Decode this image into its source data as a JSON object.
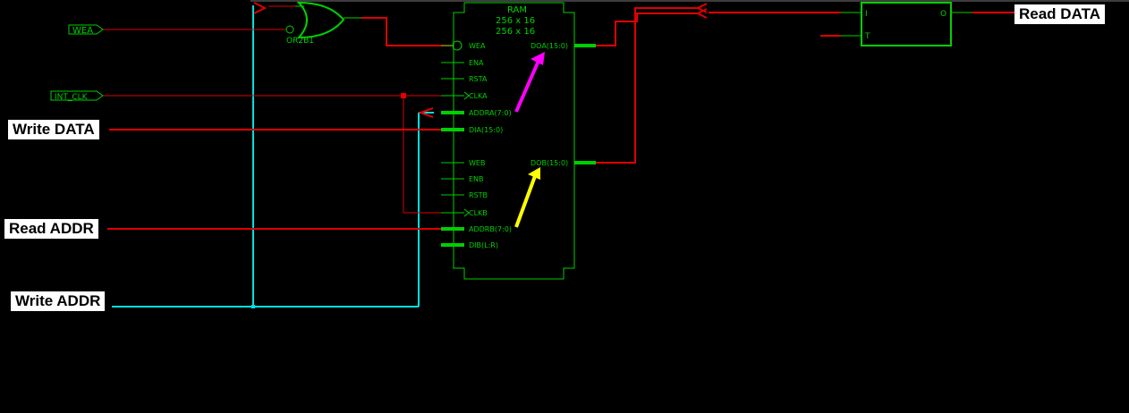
{
  "labels": {
    "write_data": "Write DATA",
    "read_addr": "Read ADDR",
    "write_addr": "Write ADDR",
    "read_data": "Read DATA"
  },
  "ports": {
    "wea": "WEA",
    "int_clk": "INT_CLK"
  },
  "gate": {
    "name": "OR2B1"
  },
  "ram": {
    "title": "RAM",
    "size_line1": "256 x 16",
    "size_line2": "256 x 16",
    "pins_left": [
      "WEA",
      "ENA",
      "RSTA",
      "CLKA",
      "ADDRA(7:0)",
      "DIA(15:0)",
      "WEB",
      "ENB",
      "RSTB",
      "CLKB",
      "ADDRB(7:0)",
      "DIB(L:R)"
    ],
    "pins_right": [
      "DOA(15:0)",
      "DOB(15:0)"
    ]
  },
  "buffer": {
    "pin_i": "I",
    "pin_t": "T",
    "pin_o": "O"
  },
  "colors": {
    "wire_red": "#e00000",
    "wire_cyan": "#00e0e0",
    "component_green": "#00d000",
    "arrow_magenta": "#ff00ff",
    "arrow_yellow": "#ffff00"
  }
}
